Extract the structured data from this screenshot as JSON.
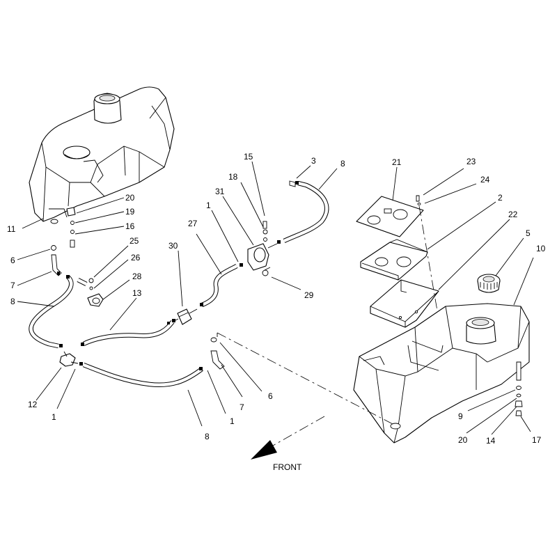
{
  "callouts": [
    {
      "id": "c-11",
      "text": "11"
    },
    {
      "id": "c-20a",
      "text": "20"
    },
    {
      "id": "c-19",
      "text": "19"
    },
    {
      "id": "c-16",
      "text": "16"
    },
    {
      "id": "c-6a",
      "text": "6"
    },
    {
      "id": "c-7a",
      "text": "7"
    },
    {
      "id": "c-8a",
      "text": "8"
    },
    {
      "id": "c-25",
      "text": "25"
    },
    {
      "id": "c-26",
      "text": "26"
    },
    {
      "id": "c-28",
      "text": "28"
    },
    {
      "id": "c-13",
      "text": "13"
    },
    {
      "id": "c-12",
      "text": "12"
    },
    {
      "id": "c-1a",
      "text": "1"
    },
    {
      "id": "c-30",
      "text": "30"
    },
    {
      "id": "c-27",
      "text": "27"
    },
    {
      "id": "c-1b",
      "text": "1"
    },
    {
      "id": "c-31",
      "text": "31"
    },
    {
      "id": "c-18",
      "text": "18"
    },
    {
      "id": "c-15",
      "text": "15"
    },
    {
      "id": "c-3",
      "text": "3"
    },
    {
      "id": "c-8b",
      "text": "8"
    },
    {
      "id": "c-29",
      "text": "29"
    },
    {
      "id": "c-6b",
      "text": "6"
    },
    {
      "id": "c-7b",
      "text": "7"
    },
    {
      "id": "c-1c",
      "text": "1"
    },
    {
      "id": "c-8c",
      "text": "8"
    },
    {
      "id": "c-21",
      "text": "21"
    },
    {
      "id": "c-23",
      "text": "23"
    },
    {
      "id": "c-24",
      "text": "24"
    },
    {
      "id": "c-2",
      "text": "2"
    },
    {
      "id": "c-22",
      "text": "22"
    },
    {
      "id": "c-5",
      "text": "5"
    },
    {
      "id": "c-10",
      "text": "10"
    },
    {
      "id": "c-9",
      "text": "9"
    },
    {
      "id": "c-20b",
      "text": "20"
    },
    {
      "id": "c-14",
      "text": "14"
    },
    {
      "id": "c-17",
      "text": "17"
    }
  ],
  "front_label": "FRONT"
}
